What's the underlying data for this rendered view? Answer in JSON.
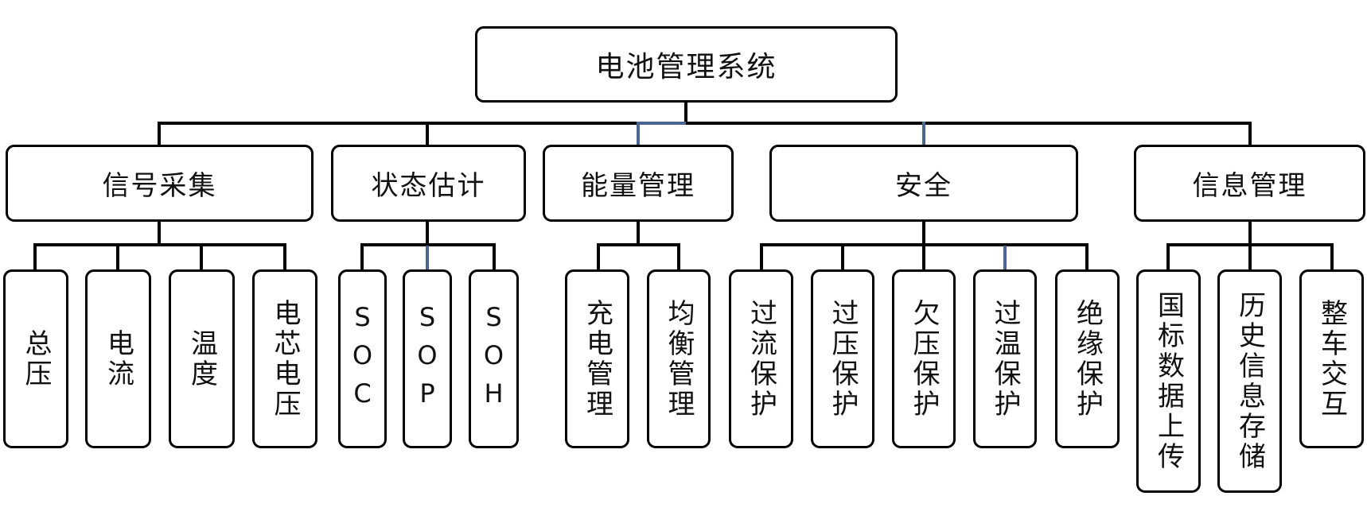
{
  "root": {
    "label": "电池管理系统"
  },
  "groups": [
    {
      "label": "信号采集",
      "children": [
        "总压",
        "电流",
        "温度",
        "电芯电压"
      ]
    },
    {
      "label": "状态估计",
      "children": [
        "SOC",
        "SOP",
        "SOH"
      ]
    },
    {
      "label": "能量管理",
      "children": [
        "充电管理",
        "均衡管理"
      ]
    },
    {
      "label": "安全",
      "children": [
        "过流保护",
        "过压保护",
        "欠压保护",
        "过温保护",
        "绝缘保护"
      ]
    },
    {
      "label": "信息管理",
      "children": [
        "国标数据上传",
        "历史信息存储",
        "整车交互"
      ]
    }
  ],
  "colors": {
    "line": "#000000",
    "highlight_line": "#4a6690",
    "box_border": "#000000",
    "background": "#ffffff"
  }
}
